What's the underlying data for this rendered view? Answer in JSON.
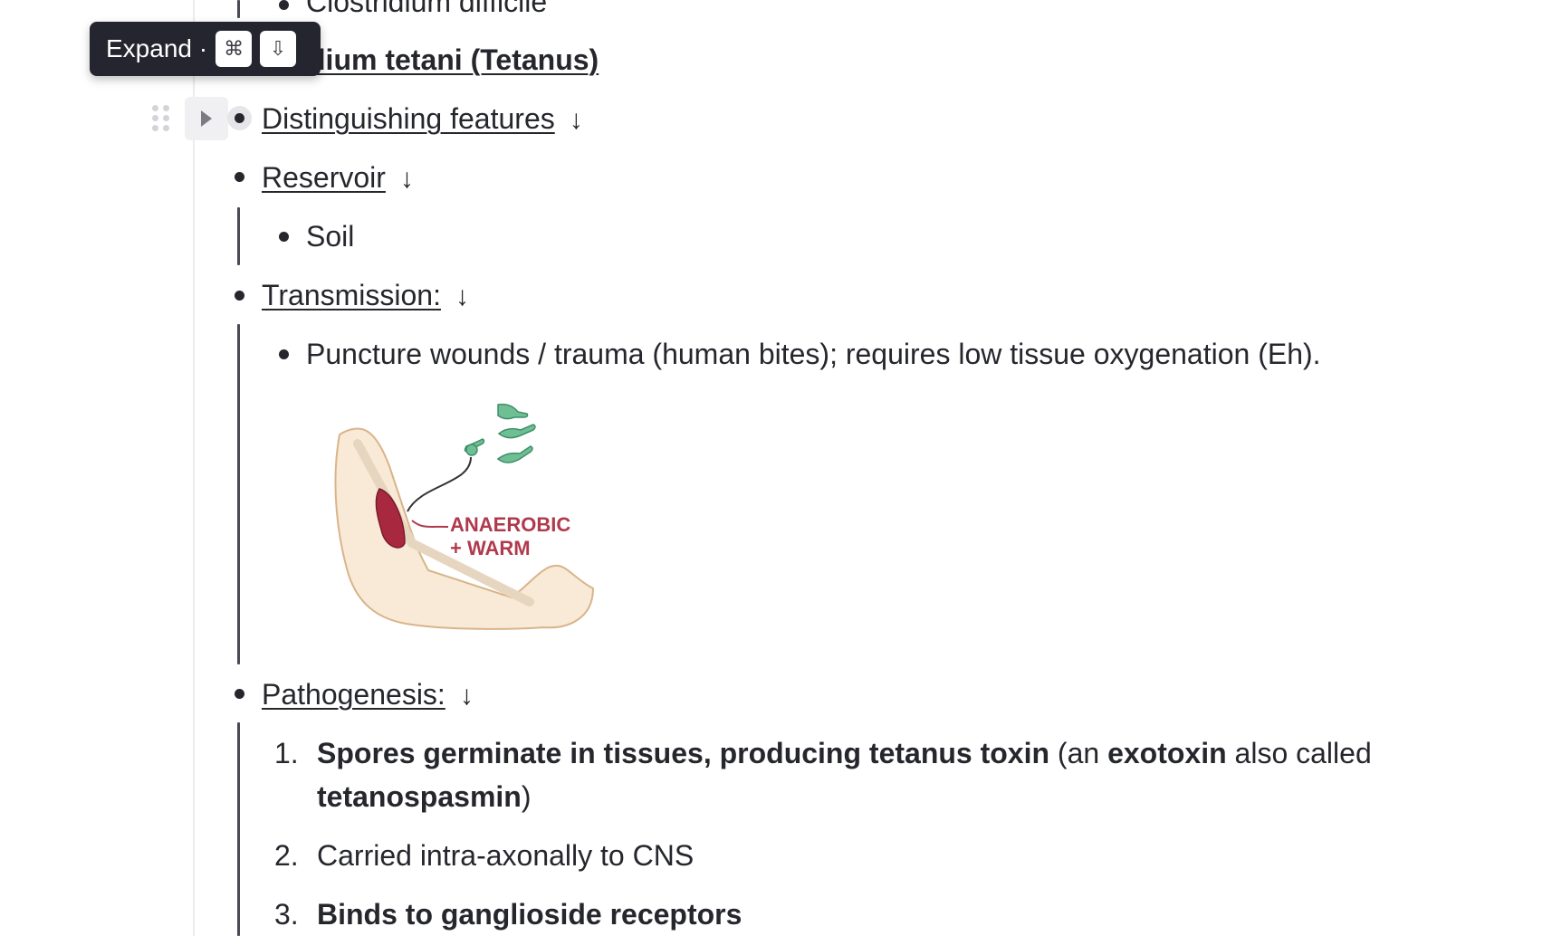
{
  "tooltip": {
    "label": "Expand ·",
    "key1": "⌘",
    "key2": "⇩"
  },
  "outline": {
    "prev_item": "Clostridium difficile",
    "heading": "dium tetani (Tetanus)",
    "distinguishing": "Distinguishing features",
    "reservoir": "Reservoir",
    "reservoir_items": [
      "Soil"
    ],
    "transmission": "Transmission:",
    "transmission_items": [
      "Puncture wounds / trauma (human bites); requires low tissue oxygenation (Eh)."
    ],
    "figure": {
      "label_line1": "ANAEROBIC",
      "label_line2": "+ WARM"
    },
    "pathogenesis": "Pathogenesis:",
    "steps": {
      "s1": {
        "num": "1.",
        "bold_a": "Spores germinate in tissues, producing tetanus toxin",
        "plain_a": " (an ",
        "bold_b": "exotoxin",
        "plain_b": " also called",
        "bold_c": "tetanospasmin",
        "plain_c": ")"
      },
      "s2": {
        "num": "2.",
        "text": "Carried intra-axonally to CNS"
      },
      "s3": {
        "num": "3.",
        "text": "Binds to ganglioside receptors"
      }
    }
  },
  "arrow_glyph": "↓"
}
